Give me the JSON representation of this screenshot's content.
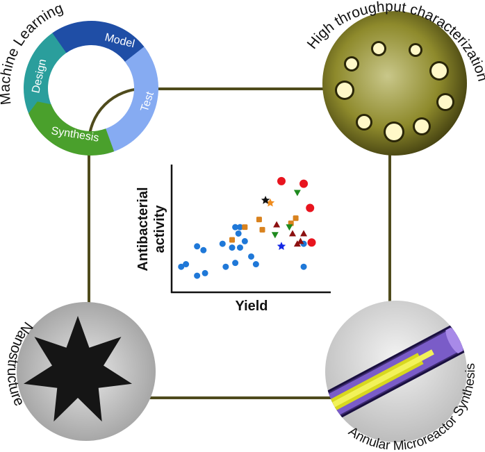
{
  "labels": {
    "machine_learning": "Machine Learning",
    "high_throughput": "High throughput characterization",
    "nanostructure": "Nanostructure",
    "annular": "Annular Microreactor Synthesis"
  },
  "cycle": {
    "model": "Model",
    "test": "Test",
    "synthesis": "Synthesis",
    "design": "Design",
    "colors": {
      "model": "#1f4ea6",
      "test": "#86abf2",
      "synthesis": "#4aa02c",
      "design": "#2a9e9c"
    }
  },
  "frame_color": "#4f4b1c",
  "chart_data": {
    "type": "scatter",
    "xlabel": "Yield",
    "ylabel": "Antibacterial activity",
    "xlim": [
      0,
      100
    ],
    "ylim": [
      0,
      100
    ],
    "grid": false,
    "series": [
      {
        "name": "blue-circles",
        "marker": "circle",
        "color": "#1f78d8",
        "points": [
          [
            6,
            20
          ],
          [
            9,
            22
          ],
          [
            16,
            36
          ],
          [
            20,
            33
          ],
          [
            16,
            13
          ],
          [
            21,
            15
          ],
          [
            32,
            38
          ],
          [
            38,
            35
          ],
          [
            34,
            20
          ],
          [
            40,
            23
          ],
          [
            40,
            51
          ],
          [
            43,
            51
          ],
          [
            42,
            46
          ],
          [
            46,
            40
          ],
          [
            43,
            35
          ],
          [
            50,
            28
          ],
          [
            53,
            22
          ],
          [
            83,
            38
          ],
          [
            83,
            20
          ]
        ]
      },
      {
        "name": "orange-squares",
        "marker": "square",
        "color": "#d9821e",
        "points": [
          [
            46,
            51
          ],
          [
            55,
            57
          ],
          [
            57,
            49
          ],
          [
            38,
            41
          ],
          [
            78,
            58
          ],
          [
            75,
            54
          ]
        ]
      },
      {
        "name": "orange-star",
        "marker": "star",
        "color": "#f08c1e",
        "points": [
          [
            62,
            70
          ]
        ]
      },
      {
        "name": "black-star",
        "marker": "star",
        "color": "#111111",
        "points": [
          [
            59,
            72
          ]
        ]
      },
      {
        "name": "red-circles",
        "marker": "bigcircle",
        "color": "#e8141e",
        "points": [
          [
            69,
            87
          ],
          [
            83,
            85
          ],
          [
            87,
            66
          ],
          [
            88,
            39
          ]
        ]
      },
      {
        "name": "green-triangles-down",
        "marker": "tridown",
        "color": "#1e8a1e",
        "points": [
          [
            79,
            78
          ],
          [
            74,
            51
          ],
          [
            65,
            45
          ]
        ]
      },
      {
        "name": "darkred-triangles",
        "marker": "triup",
        "color": "#8c1010",
        "points": [
          [
            66,
            53
          ],
          [
            76,
            46
          ],
          [
            83,
            46
          ],
          [
            79,
            38
          ],
          [
            81,
            40
          ]
        ]
      },
      {
        "name": "blue-star",
        "marker": "star",
        "color": "#1428e6",
        "points": [
          [
            69,
            36
          ]
        ]
      }
    ]
  }
}
